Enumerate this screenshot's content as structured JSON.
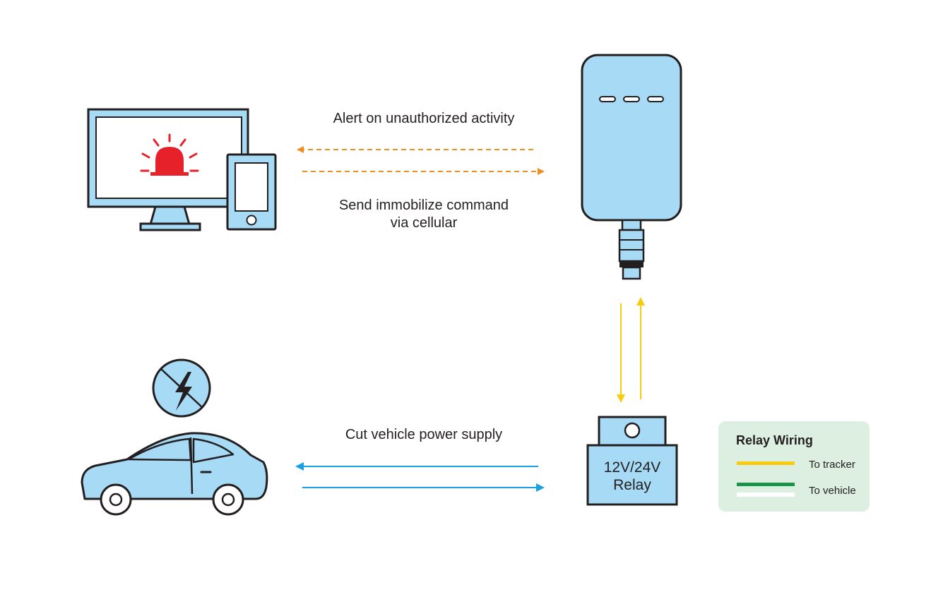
{
  "labels": {
    "alert": "Alert on unauthorized activity",
    "command_line1": "Send immobilize command",
    "command_line2": "via cellular",
    "cut_power": "Cut vehicle power supply",
    "relay_line1": "12V/24V",
    "relay_line2": "Relay"
  },
  "legend": {
    "title": "Relay Wiring",
    "items": [
      {
        "label": "To tracker",
        "color": "#f7cc0f"
      },
      {
        "label": "To vehicle",
        "color": "#199449"
      }
    ]
  },
  "colors": {
    "device_fill": "#a6daf5",
    "outline": "#231f20",
    "alert_arrow": "#f08e1f",
    "power_arrow": "#1aa0e6",
    "wiring_arrow": "#f7cc0f",
    "alarm": "#e62129",
    "legend_bg": "#dcefe1"
  },
  "icons": [
    "monitor-icon",
    "alarm-light-icon",
    "smartphone-icon",
    "gps-tracker-icon",
    "relay-icon",
    "car-icon",
    "no-power-icon"
  ]
}
